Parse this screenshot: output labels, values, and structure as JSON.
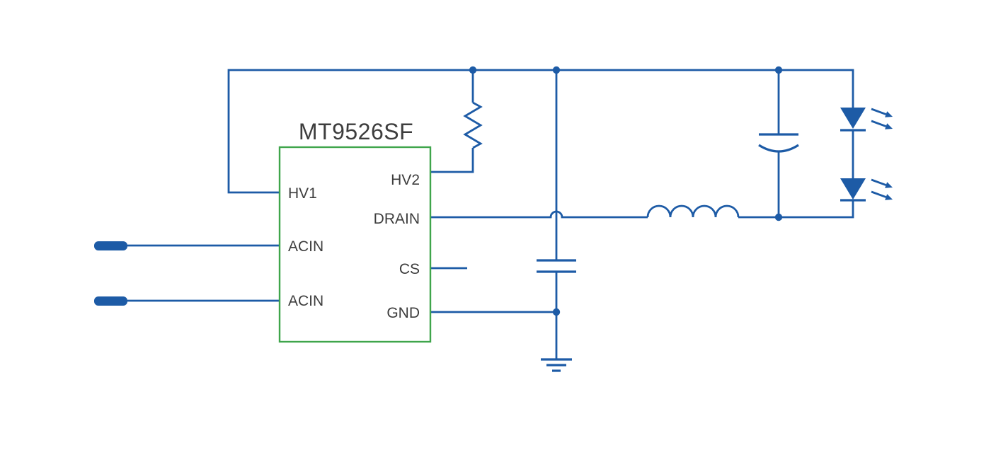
{
  "colors": {
    "wire": "#1d5ba6",
    "ic_stroke": "#3fa54b",
    "label": "#3d3d3d",
    "bg": "#ffffff"
  },
  "ic": {
    "title": "MT9526SF",
    "pins_left": [
      "HV1",
      "ACIN",
      "ACIN"
    ],
    "pins_right": [
      "HV2",
      "DRAIN",
      "CS",
      "GND"
    ]
  },
  "components": [
    {
      "name": "startup-resistor",
      "type": "resistor",
      "connects": "top-rail to HV2"
    },
    {
      "name": "input-capacitor",
      "type": "capacitor",
      "connects": "top-rail to GND"
    },
    {
      "name": "output-capacitor",
      "type": "polarized-capacitor",
      "connects": "top-rail to inductor-output"
    },
    {
      "name": "output-inductor",
      "type": "inductor",
      "connects": "DRAIN to LED string"
    },
    {
      "name": "led-string",
      "type": "led",
      "count": 2
    },
    {
      "name": "ground",
      "type": "ground-symbol"
    },
    {
      "name": "ac-input-terminals",
      "type": "terminal",
      "count": 2
    }
  ]
}
